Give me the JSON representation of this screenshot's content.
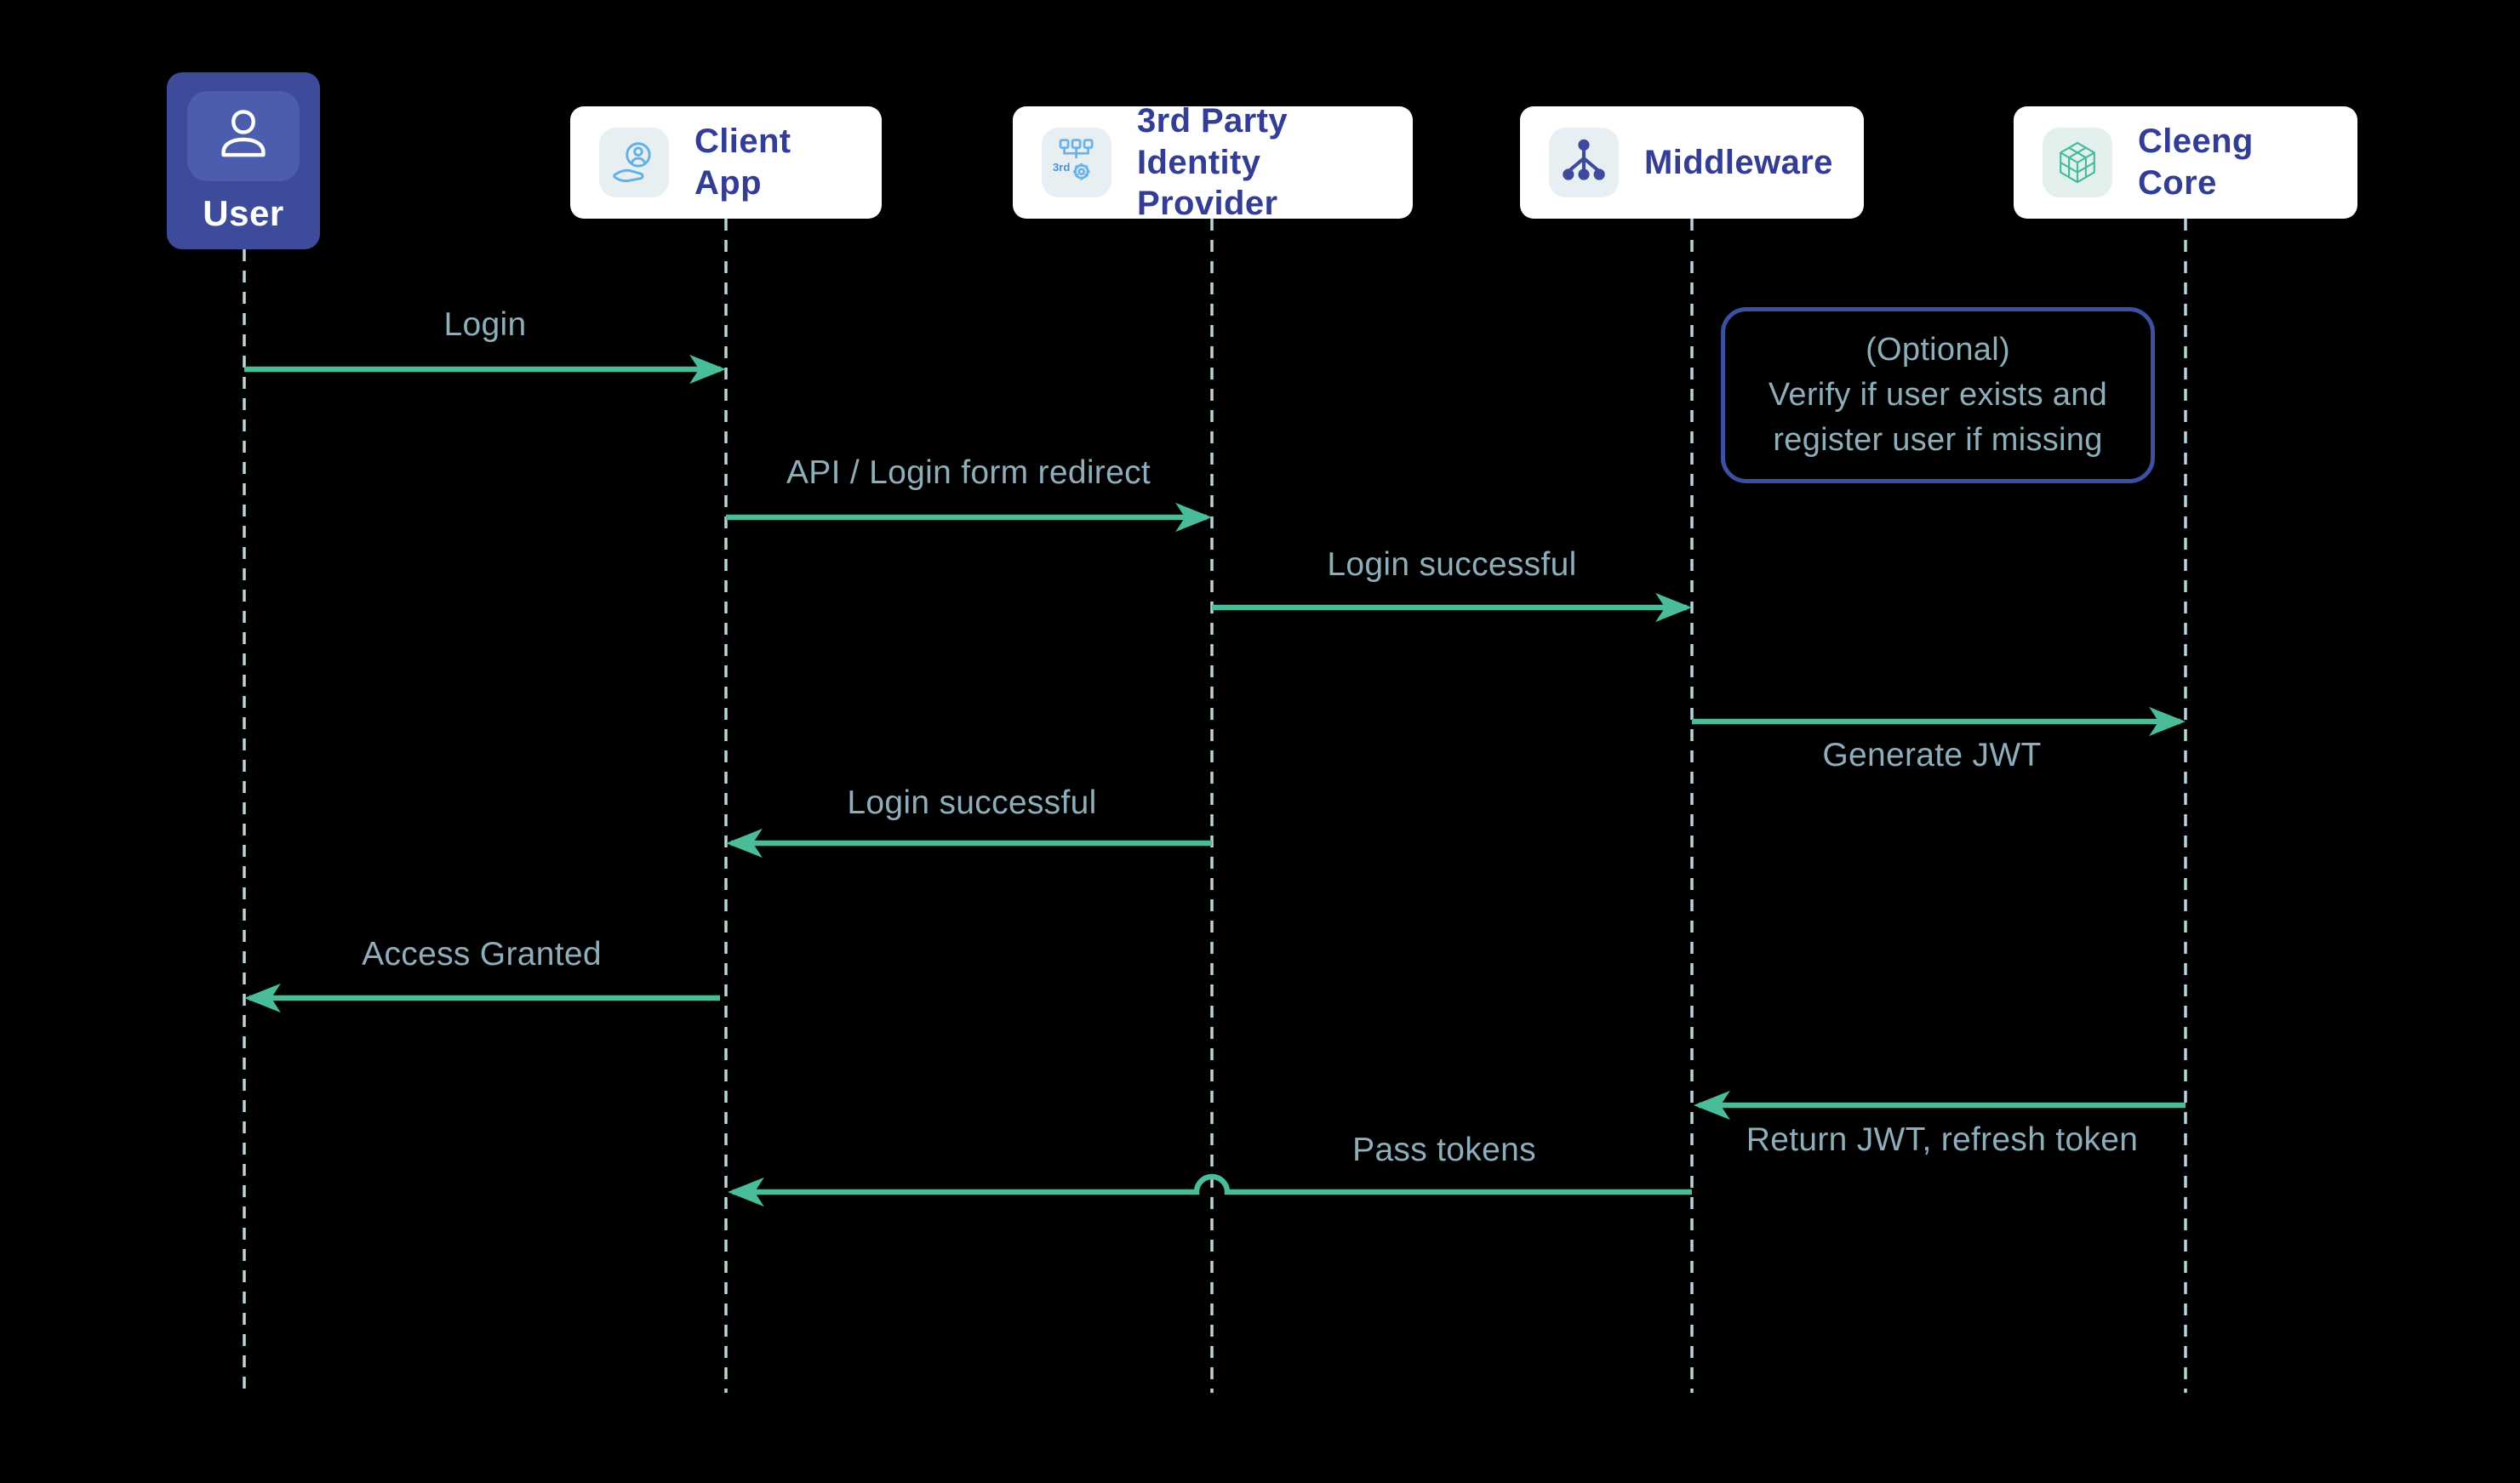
{
  "colors": {
    "background": "#000000",
    "arrow": "#4BBC9A",
    "message_label": "#8FAEBB",
    "lifeline": "#B9D4DC",
    "note_border": "#3D4FA0",
    "actor_text": "#333D94",
    "user_box": "#3E4A9A",
    "user_box_inner": "#4D5DAD",
    "actor_box": "#FFFFFF",
    "icon_tile": "#E7EFF3",
    "icon_blue": "#63B2E6",
    "icon_indigo": "#3E4B9D",
    "icon_green": "#45BB97"
  },
  "actors": [
    {
      "id": "user",
      "label": "User",
      "icon": "user-icon"
    },
    {
      "id": "client-app",
      "label": "Client App",
      "icon": "client-app-icon"
    },
    {
      "id": "idp",
      "label": "3rd Party Identity Provider",
      "lines": [
        "3rd Party",
        "Identity Provider"
      ],
      "icon": "third-party-idp-icon",
      "icon_text": "3rd"
    },
    {
      "id": "middleware",
      "label": "Middleware",
      "icon": "middleware-icon"
    },
    {
      "id": "cleeng-core",
      "label": "Cleeng Core",
      "icon": "cleeng-core-icon"
    }
  ],
  "messages": [
    {
      "from": "User",
      "to": "Client App",
      "label": "Login"
    },
    {
      "from": "Client App",
      "to": "3rd Party Identity Provider",
      "label": "API / Login form redirect"
    },
    {
      "from": "3rd Party Identity Provider",
      "to": "Middleware",
      "label": "Login successful"
    },
    {
      "from": "Middleware",
      "to": "Cleeng Core",
      "label": "Generate JWT"
    },
    {
      "from": "3rd Party Identity Provider",
      "to": "Client App",
      "label": "Login successful"
    },
    {
      "from": "Client App",
      "to": "User",
      "label": "Access Granted"
    },
    {
      "from": "Cleeng Core",
      "to": "Middleware",
      "label": "Return JWT, refresh token"
    },
    {
      "from": "Middleware",
      "to": "Client App",
      "label": "Pass tokens"
    }
  ],
  "note": {
    "lines": [
      "(Optional)",
      "Verify if user exists and",
      "register user if missing"
    ]
  }
}
